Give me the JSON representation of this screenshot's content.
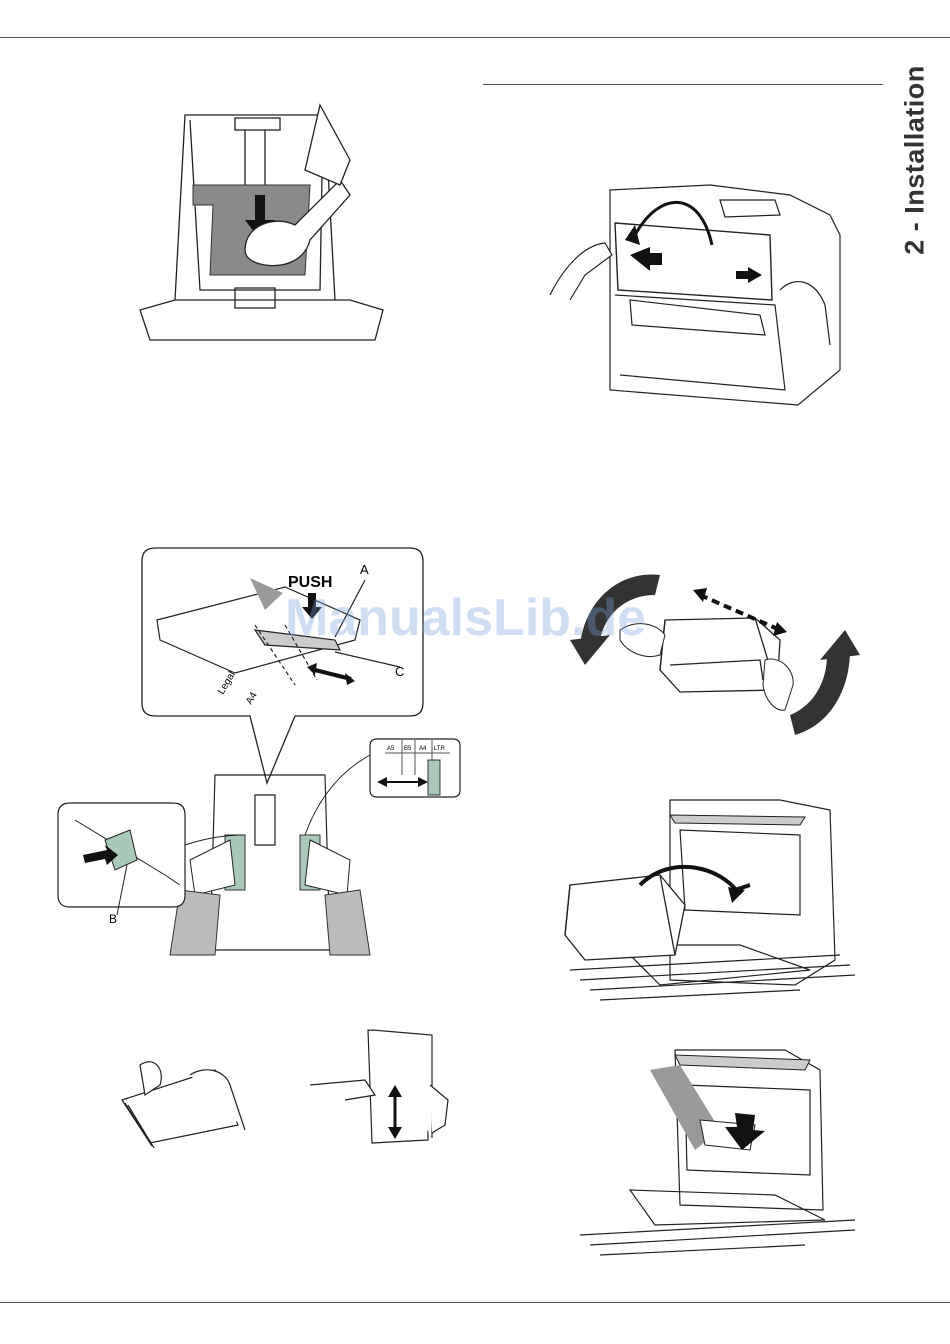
{
  "page": {
    "section_tab": "2 - Installation",
    "watermark": "ManualsLib.de"
  },
  "figures": {
    "tray_insert": {},
    "paper_guides": {
      "push_label": "PUSH",
      "callout_a": "A",
      "callout_b": "B",
      "callout_c": "C",
      "size_legal": "Legal",
      "size_a4": "A4",
      "scale_marks": [
        "A5",
        "B5",
        "A4",
        "LTR"
      ]
    },
    "fan_paper": {},
    "open_cover": {},
    "shake_cartridge": {},
    "insert_cartridge": {},
    "push_cartridge": {}
  }
}
